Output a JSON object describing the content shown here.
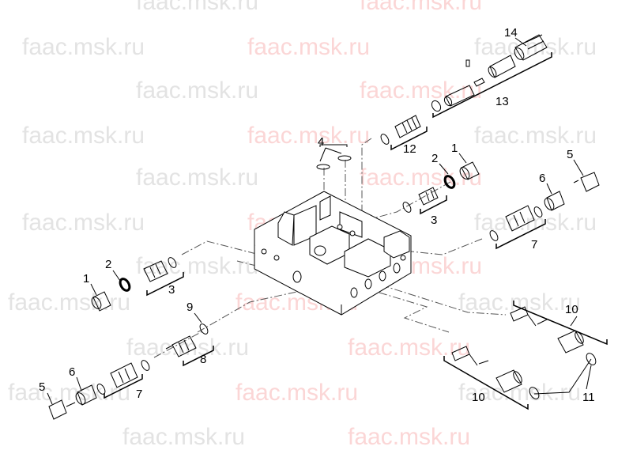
{
  "watermark": "faac.msk.ru",
  "part_labels": {
    "l1_right": "1",
    "l2_right": "2",
    "l3_right": "3",
    "l4": "4",
    "l5_right": "5",
    "l6_right": "6",
    "l7_right": "7",
    "l12": "12",
    "l13": "13",
    "l14": "14",
    "l1_left": "1",
    "l2_left": "2",
    "l3_left": "3",
    "l9": "9",
    "l8": "8",
    "l5_left": "5",
    "l6_left": "6",
    "l7_left": "7",
    "l10_top": "10",
    "l10_bottom": "10",
    "l11": "11"
  },
  "colors": {
    "line": "#000000",
    "watermark_gray": "#e3e3e3",
    "watermark_pink": "#fbd6d6",
    "background": "#ffffff"
  }
}
